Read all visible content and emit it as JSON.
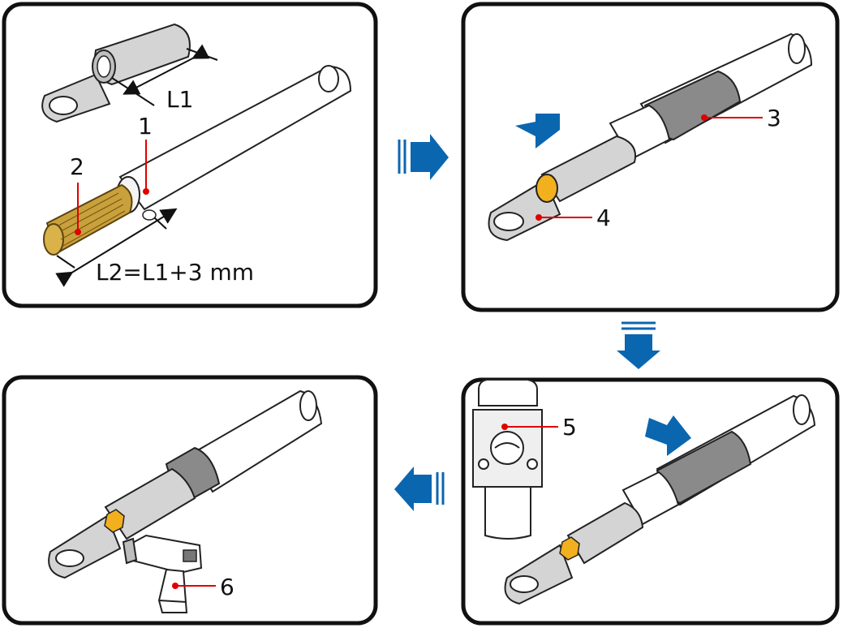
{
  "labels": {
    "l1": "L1",
    "l2": "L2=L1+3 mm",
    "c1": "1",
    "c2": "2",
    "c3": "3",
    "c4": "4",
    "c5": "5",
    "c6": "6"
  },
  "colors": {
    "accent_blue": "#0b66b0",
    "callout_red": "#e00000",
    "copper": "#c9a13c",
    "sleeve_gray": "#8a8a8a"
  },
  "icons": [
    "arrow-right-icon",
    "arrow-down-icon",
    "arrow-left-icon",
    "heat-gun-icon",
    "crimping-tool-icon"
  ]
}
